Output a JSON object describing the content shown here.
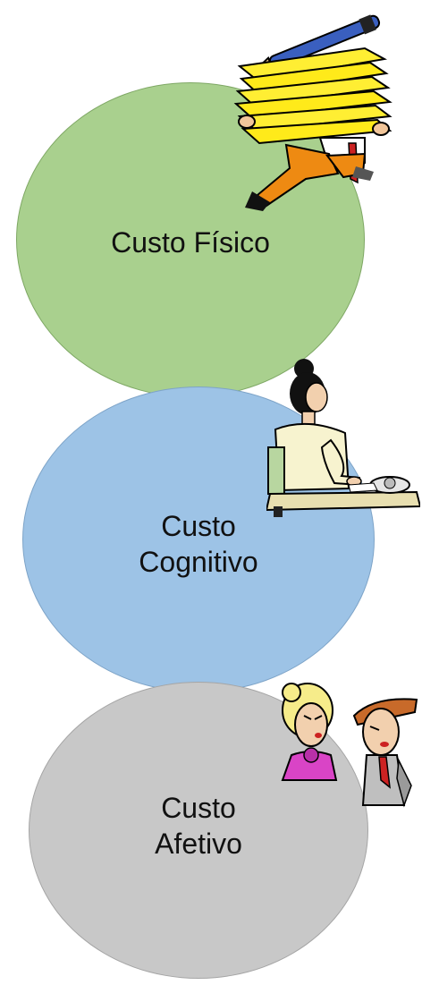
{
  "nodes": [
    {
      "lines": [
        "Custo Físico"
      ],
      "color": "#a9d08e",
      "icon": "person-carrying-papers-icon"
    },
    {
      "lines": [
        "Custo",
        "Cognitivo"
      ],
      "color": "#9dc3e6",
      "icon": "woman-at-desk-icon"
    },
    {
      "lines": [
        "Custo",
        "Afetivo"
      ],
      "color": "#c8c8c8",
      "icon": "angry-people-icon"
    }
  ]
}
